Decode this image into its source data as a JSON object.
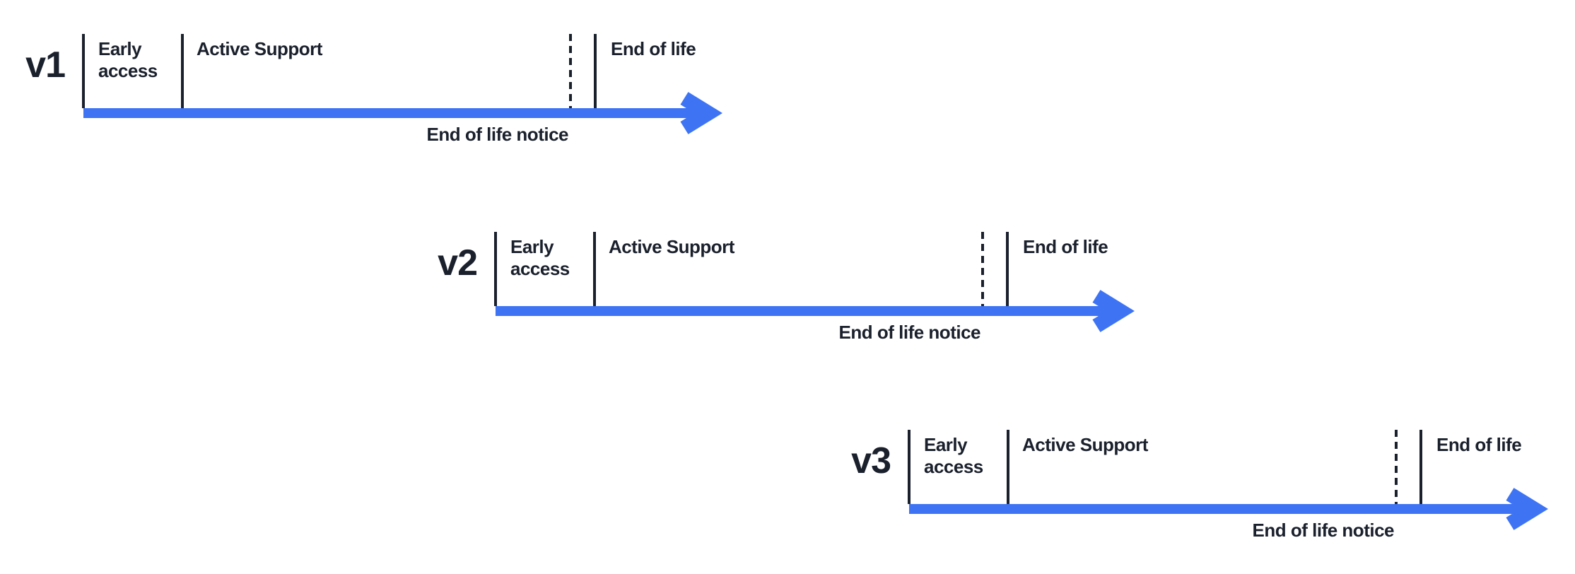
{
  "colors": {
    "accent_blue": "#3E74F4",
    "text": "#1A202C",
    "background": "#FFFFFF"
  },
  "diagram": {
    "description": "Version support lifecycle timelines",
    "rows": [
      {
        "version": "v1",
        "early_access": "Early access",
        "active_support": "Active Support",
        "end_of_life": "End of life",
        "end_of_life_notice": "End of life notice"
      },
      {
        "version": "v2",
        "early_access": "Early access",
        "active_support": "Active Support",
        "end_of_life": "End of life",
        "end_of_life_notice": "End of life notice"
      },
      {
        "version": "v3",
        "early_access": "Early access",
        "active_support": "Active Support",
        "end_of_life": "End of life",
        "end_of_life_notice": "End of life notice"
      }
    ]
  }
}
